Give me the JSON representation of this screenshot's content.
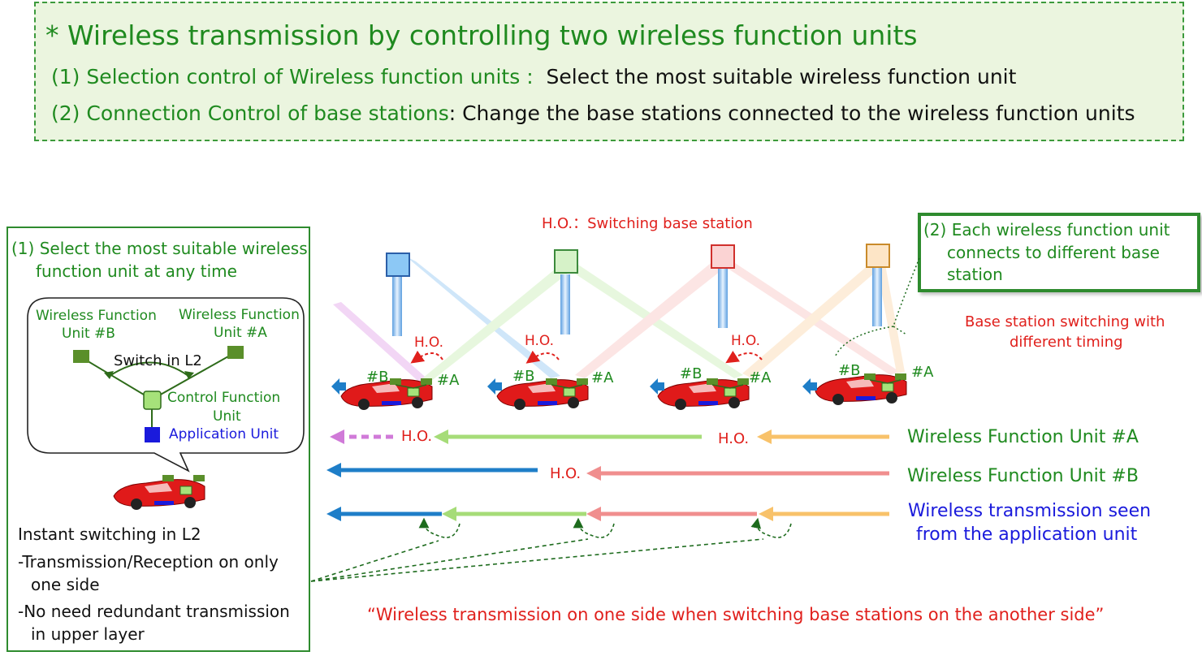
{
  "header": {
    "title": "* Wireless transmission by controlling two wireless function units",
    "line1_green": "(1) Selection control of Wireless function units :",
    "line1_black": "Select the most suitable wireless function unit",
    "line2_green": "(2) Connection Control of base stations",
    "line2_black": ": Change the base stations connected  to the wireless function units"
  },
  "left_panel": {
    "heading_line1": "(1) Select the most suitable wireless",
    "heading_line2": "function unit at any time",
    "unit_b_line1": "Wireless Function",
    "unit_b_line2": "Unit #B",
    "unit_a_line1": "Wireless Function",
    "unit_a_line2": "Unit #A",
    "switch_label": "Switch in L2",
    "control_line1": "Control Function",
    "control_line2": "Unit",
    "application_label": "Application Unit",
    "bullet_title": "Instant switching in L2",
    "bullet1_line1": "-Transmission/Reception on only",
    "bullet1_line2": "one side",
    "bullet2_line1": "-No need redundant transmission",
    "bullet2_line2": "in upper layer"
  },
  "diagram": {
    "ho_legend": "H.O.：Switching base station",
    "ho": "H.O.",
    "tag_b": "#B",
    "tag_a": "#A",
    "callout_line1": "(2) Each wireless function unit",
    "callout_line2": "connects to different base",
    "callout_line3": "station",
    "timing_line1": "Base station switching with",
    "timing_line2": "different timing",
    "row_a_label": "Wireless Function Unit #A",
    "row_b_label": "Wireless Function Unit #B",
    "row_app_line1": "Wireless transmission seen",
    "row_app_line2": "from the application unit",
    "footer_quote": "“Wireless transmission on one side when switching base stations on the another side”"
  },
  "colors": {
    "bs1": "#8cc8f5",
    "bs2": "#d6f2c8",
    "bs3": "#fbd3d3",
    "bs4": "#fde5c6",
    "arrow_blue": "#1e7ec8",
    "arrow_green": "#a6dc78",
    "arrow_pink": "#f08e8e",
    "arrow_orange": "#f8c26a",
    "arrow_magenta": "#d07ad8"
  }
}
